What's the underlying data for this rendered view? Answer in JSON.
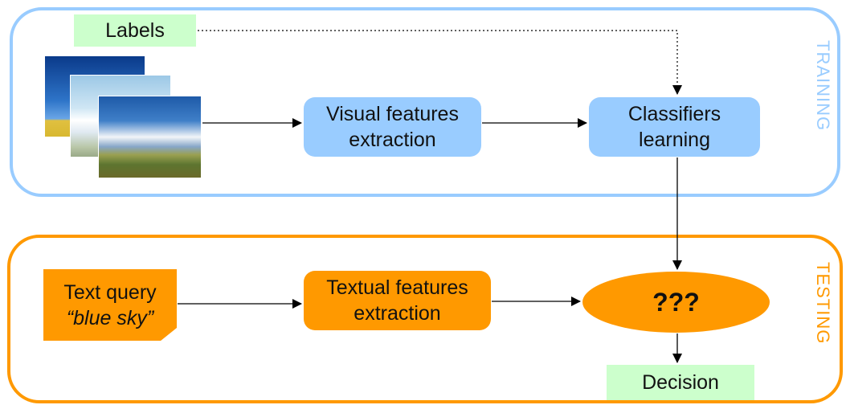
{
  "training": {
    "label": "TRAINING",
    "color": "#99ccff"
  },
  "testing": {
    "label": "TESTING",
    "color": "#ff9900"
  },
  "labels_box": {
    "text": "Labels"
  },
  "visual_box": {
    "line1": "Visual features",
    "line2": "extraction"
  },
  "classifiers_box": {
    "line1": "Classifiers",
    "line2": "learning"
  },
  "query_note": {
    "line1": "Text query",
    "line2": "“blue sky”"
  },
  "textual_box": {
    "line1": "Textual features",
    "line2": "extraction"
  },
  "unknown": {
    "text": "???"
  },
  "decision_box": {
    "text": "Decision"
  },
  "images": {
    "icon": "sky-photo-stack-icon"
  }
}
